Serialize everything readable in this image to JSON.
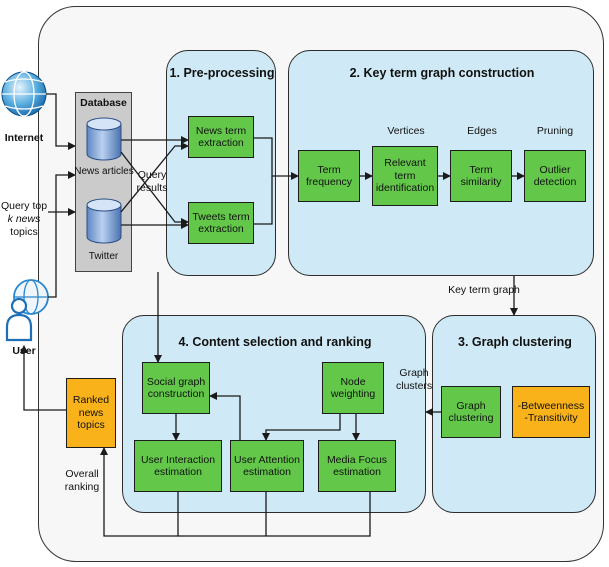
{
  "panels": {
    "preprocessing": "1. Pre-processing",
    "key_term_graph": "2. Key term graph construction",
    "graph_clustering": "3. Graph clustering",
    "content_selection": "4. Content selection and ranking"
  },
  "left": {
    "internet": "Internet",
    "query": [
      "Query top",
      "k news",
      "topics"
    ],
    "user": "User"
  },
  "database": {
    "title": "Database",
    "news": "News articles",
    "twitter": "Twitter",
    "query_results": [
      "Query",
      "results"
    ]
  },
  "preprocessing": {
    "news_term": [
      "News term",
      "extraction"
    ],
    "tweets_term": [
      "Tweets term",
      "extraction"
    ]
  },
  "key_term": {
    "vertices": "Vertices",
    "edges": "Edges",
    "pruning": "Pruning",
    "term_frequency": [
      "Term",
      "frequency"
    ],
    "relevant": [
      "Relevant",
      "term",
      "identification"
    ],
    "similarity": [
      "Term",
      "similarity"
    ],
    "outlier": [
      "Outlier",
      "detection"
    ],
    "key_term_graph_label": "Key term graph"
  },
  "clustering": {
    "graph_clustering_box": [
      "Graph",
      "clustering"
    ],
    "metrics": [
      "-Betweenness",
      "-Transitivity"
    ],
    "graph_clusters": [
      "Graph",
      "clusters"
    ]
  },
  "ranking": {
    "social_graph": [
      "Social graph",
      "construction"
    ],
    "node_weighting": [
      "Node",
      "weighting"
    ],
    "user_interaction": [
      "User Interaction",
      "estimation"
    ],
    "user_attention": [
      "User Attention",
      "estimation"
    ],
    "media_focus": [
      "Media Focus",
      "estimation"
    ],
    "ranked": [
      "Ranked",
      "news",
      "topics"
    ],
    "overall": [
      "Overall",
      "ranking"
    ]
  },
  "colors": {
    "panel": "#cfeaf6",
    "green_box": "#63c84a",
    "orange_box": "#f9b21a",
    "database": "#cbcbcb",
    "arrow": "#1a1a1a"
  }
}
